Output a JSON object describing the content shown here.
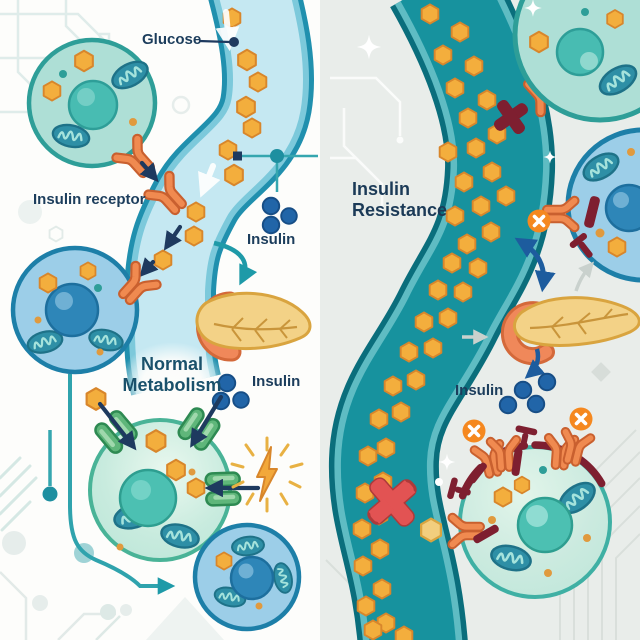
{
  "labels": {
    "glucose": "Glucose",
    "insulin_receptor": "Insulin receptor",
    "insulin_top_left": "Insulin",
    "normal_line1": "Normal",
    "normal_line2": "Metabolism",
    "insulin_mid_left": "Insulin",
    "resistance_line1": "Insulin",
    "resistance_line2": "Resistance",
    "insulin_right": "Insulin"
  },
  "colors": {
    "left_panel_bg": "#FDFDFB",
    "right_panel_bg": "#E9EDEA",
    "vessel_left_wall": "#2090AE",
    "vessel_left_lumen": "#C5E8F2",
    "vessel_right_wall": "#0A6E7C",
    "vessel_right_lumen": "#17929E",
    "glucose_hexagon": "#F3AE3D",
    "insulin_dot": "#2165A8",
    "receptor_orange": "#F08A50",
    "glut4_channel_green": "#5FB67A",
    "block_maroon": "#7E1F30",
    "error_red": "#E25353",
    "error_badge_orange": "#F5881F",
    "cell_teal": "#AEDFD6",
    "cell_blue": "#9CCEE8",
    "pancreas_body": "#F3D287",
    "pancreas_duodenum": "#F0885A",
    "label_navy": "#1C3D5C"
  },
  "icons": {
    "glucose": "orange-hexagon",
    "insulin": "navy-dot",
    "insulin_receptor": "orange-y-shape",
    "glut4_channel": "green-double-capsule",
    "blocked_receptor": "maroon-t-bar",
    "error_badge": "orange-circle-white-x",
    "blocked_path": "red-x",
    "energy": "lightning-bolt",
    "sparkle": "four-point-star"
  }
}
